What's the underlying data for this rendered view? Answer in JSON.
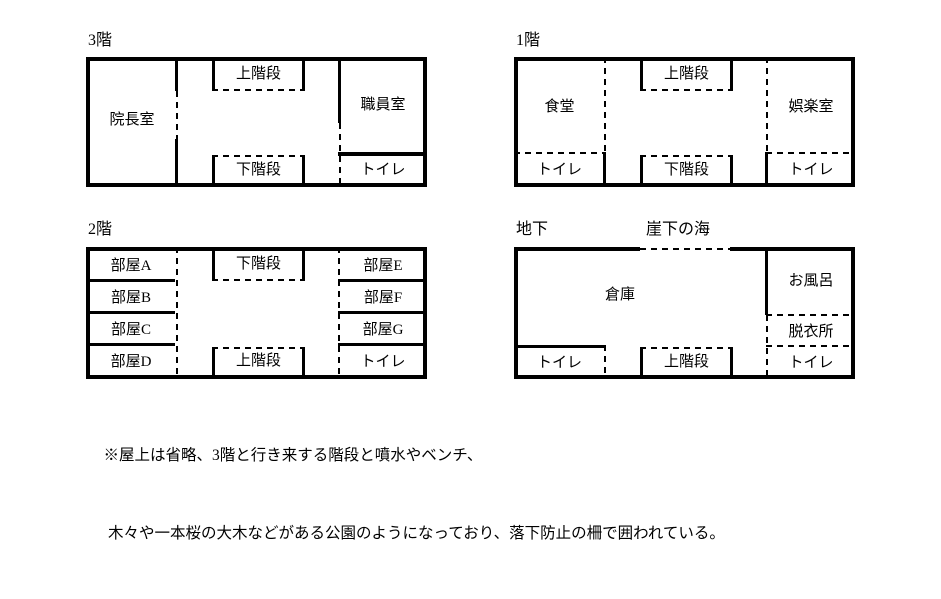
{
  "page": {
    "kind": "floor-plan-diagram",
    "ink_color": "#000000",
    "background_color": "#ffffff"
  },
  "floors": [
    {
      "id": "floor3",
      "label": "3階",
      "rooms": [
        {
          "id": "f3-director",
          "name": "院長室"
        },
        {
          "id": "f3-upstairs",
          "name": "上階段"
        },
        {
          "id": "f3-downstairs",
          "name": "下階段"
        },
        {
          "id": "f3-staff",
          "name": "職員室"
        },
        {
          "id": "f3-toilet",
          "name": "トイレ"
        }
      ]
    },
    {
      "id": "floor1",
      "label": "1階",
      "rooms": [
        {
          "id": "f1-dining",
          "name": "食堂"
        },
        {
          "id": "f1-toilet-left",
          "name": "トイレ"
        },
        {
          "id": "f1-upstairs",
          "name": "上階段"
        },
        {
          "id": "f1-downstairs",
          "name": "下階段"
        },
        {
          "id": "f1-recreation",
          "name": "娯楽室"
        },
        {
          "id": "f1-toilet-right",
          "name": "トイレ"
        }
      ]
    },
    {
      "id": "floor2",
      "label": "2階",
      "rooms": [
        {
          "id": "f2-room-a",
          "name": "部屋A"
        },
        {
          "id": "f2-room-b",
          "name": "部屋B"
        },
        {
          "id": "f2-room-c",
          "name": "部屋C"
        },
        {
          "id": "f2-room-d",
          "name": "部屋D"
        },
        {
          "id": "f2-downstairs",
          "name": "下階段"
        },
        {
          "id": "f2-upstairs",
          "name": "上階段"
        },
        {
          "id": "f2-room-e",
          "name": "部屋E"
        },
        {
          "id": "f2-room-f",
          "name": "部屋F"
        },
        {
          "id": "f2-room-g",
          "name": "部屋G"
        },
        {
          "id": "f2-toilet",
          "name": "トイレ"
        }
      ]
    },
    {
      "id": "basement",
      "label": "地下",
      "label2": "崖下の海",
      "rooms": [
        {
          "id": "b-storage",
          "name": "倉庫"
        },
        {
          "id": "b-toilet-left",
          "name": "トイレ"
        },
        {
          "id": "b-upstairs",
          "name": "上階段"
        },
        {
          "id": "b-bath",
          "name": "お風呂"
        },
        {
          "id": "b-changing",
          "name": "脱衣所"
        },
        {
          "id": "b-toilet-right",
          "name": "トイレ"
        }
      ]
    }
  ],
  "note": {
    "line1": "※屋上は省略、3階と行き来する階段と噴水やベンチ、",
    "line2": "木々や一本桜の大木などがある公園のようになっており、落下防止の柵で囲われている。"
  }
}
